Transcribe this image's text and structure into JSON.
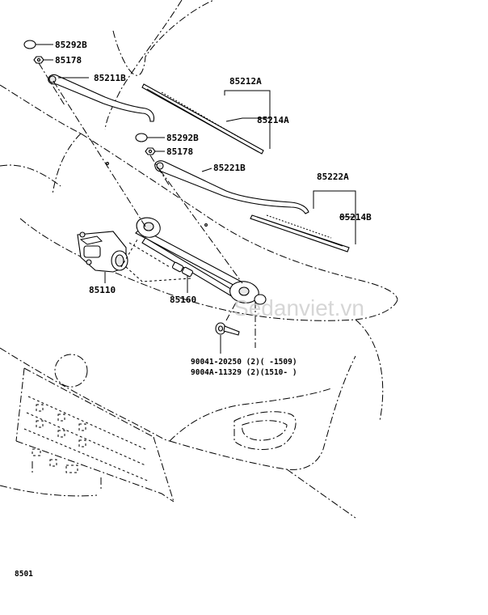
{
  "labels": {
    "p85292b_top": "85292B",
    "p85178_top": "85178",
    "p85211b": "85211B",
    "p85212a": "85212A",
    "p85214a": "85214A",
    "p85292b_mid": "85292B",
    "p85178_mid": "85178",
    "p85221b": "85221B",
    "p85222a": "85222A",
    "p85214b": "85214B",
    "p85110": "85110",
    "p85160": "85160",
    "bolt1": "90041-20250 (2)(   -1509)",
    "bolt2": "9004A-11329 (2)(1510-   )"
  },
  "watermark": "Sedanviet.vn",
  "page_code": "8501"
}
